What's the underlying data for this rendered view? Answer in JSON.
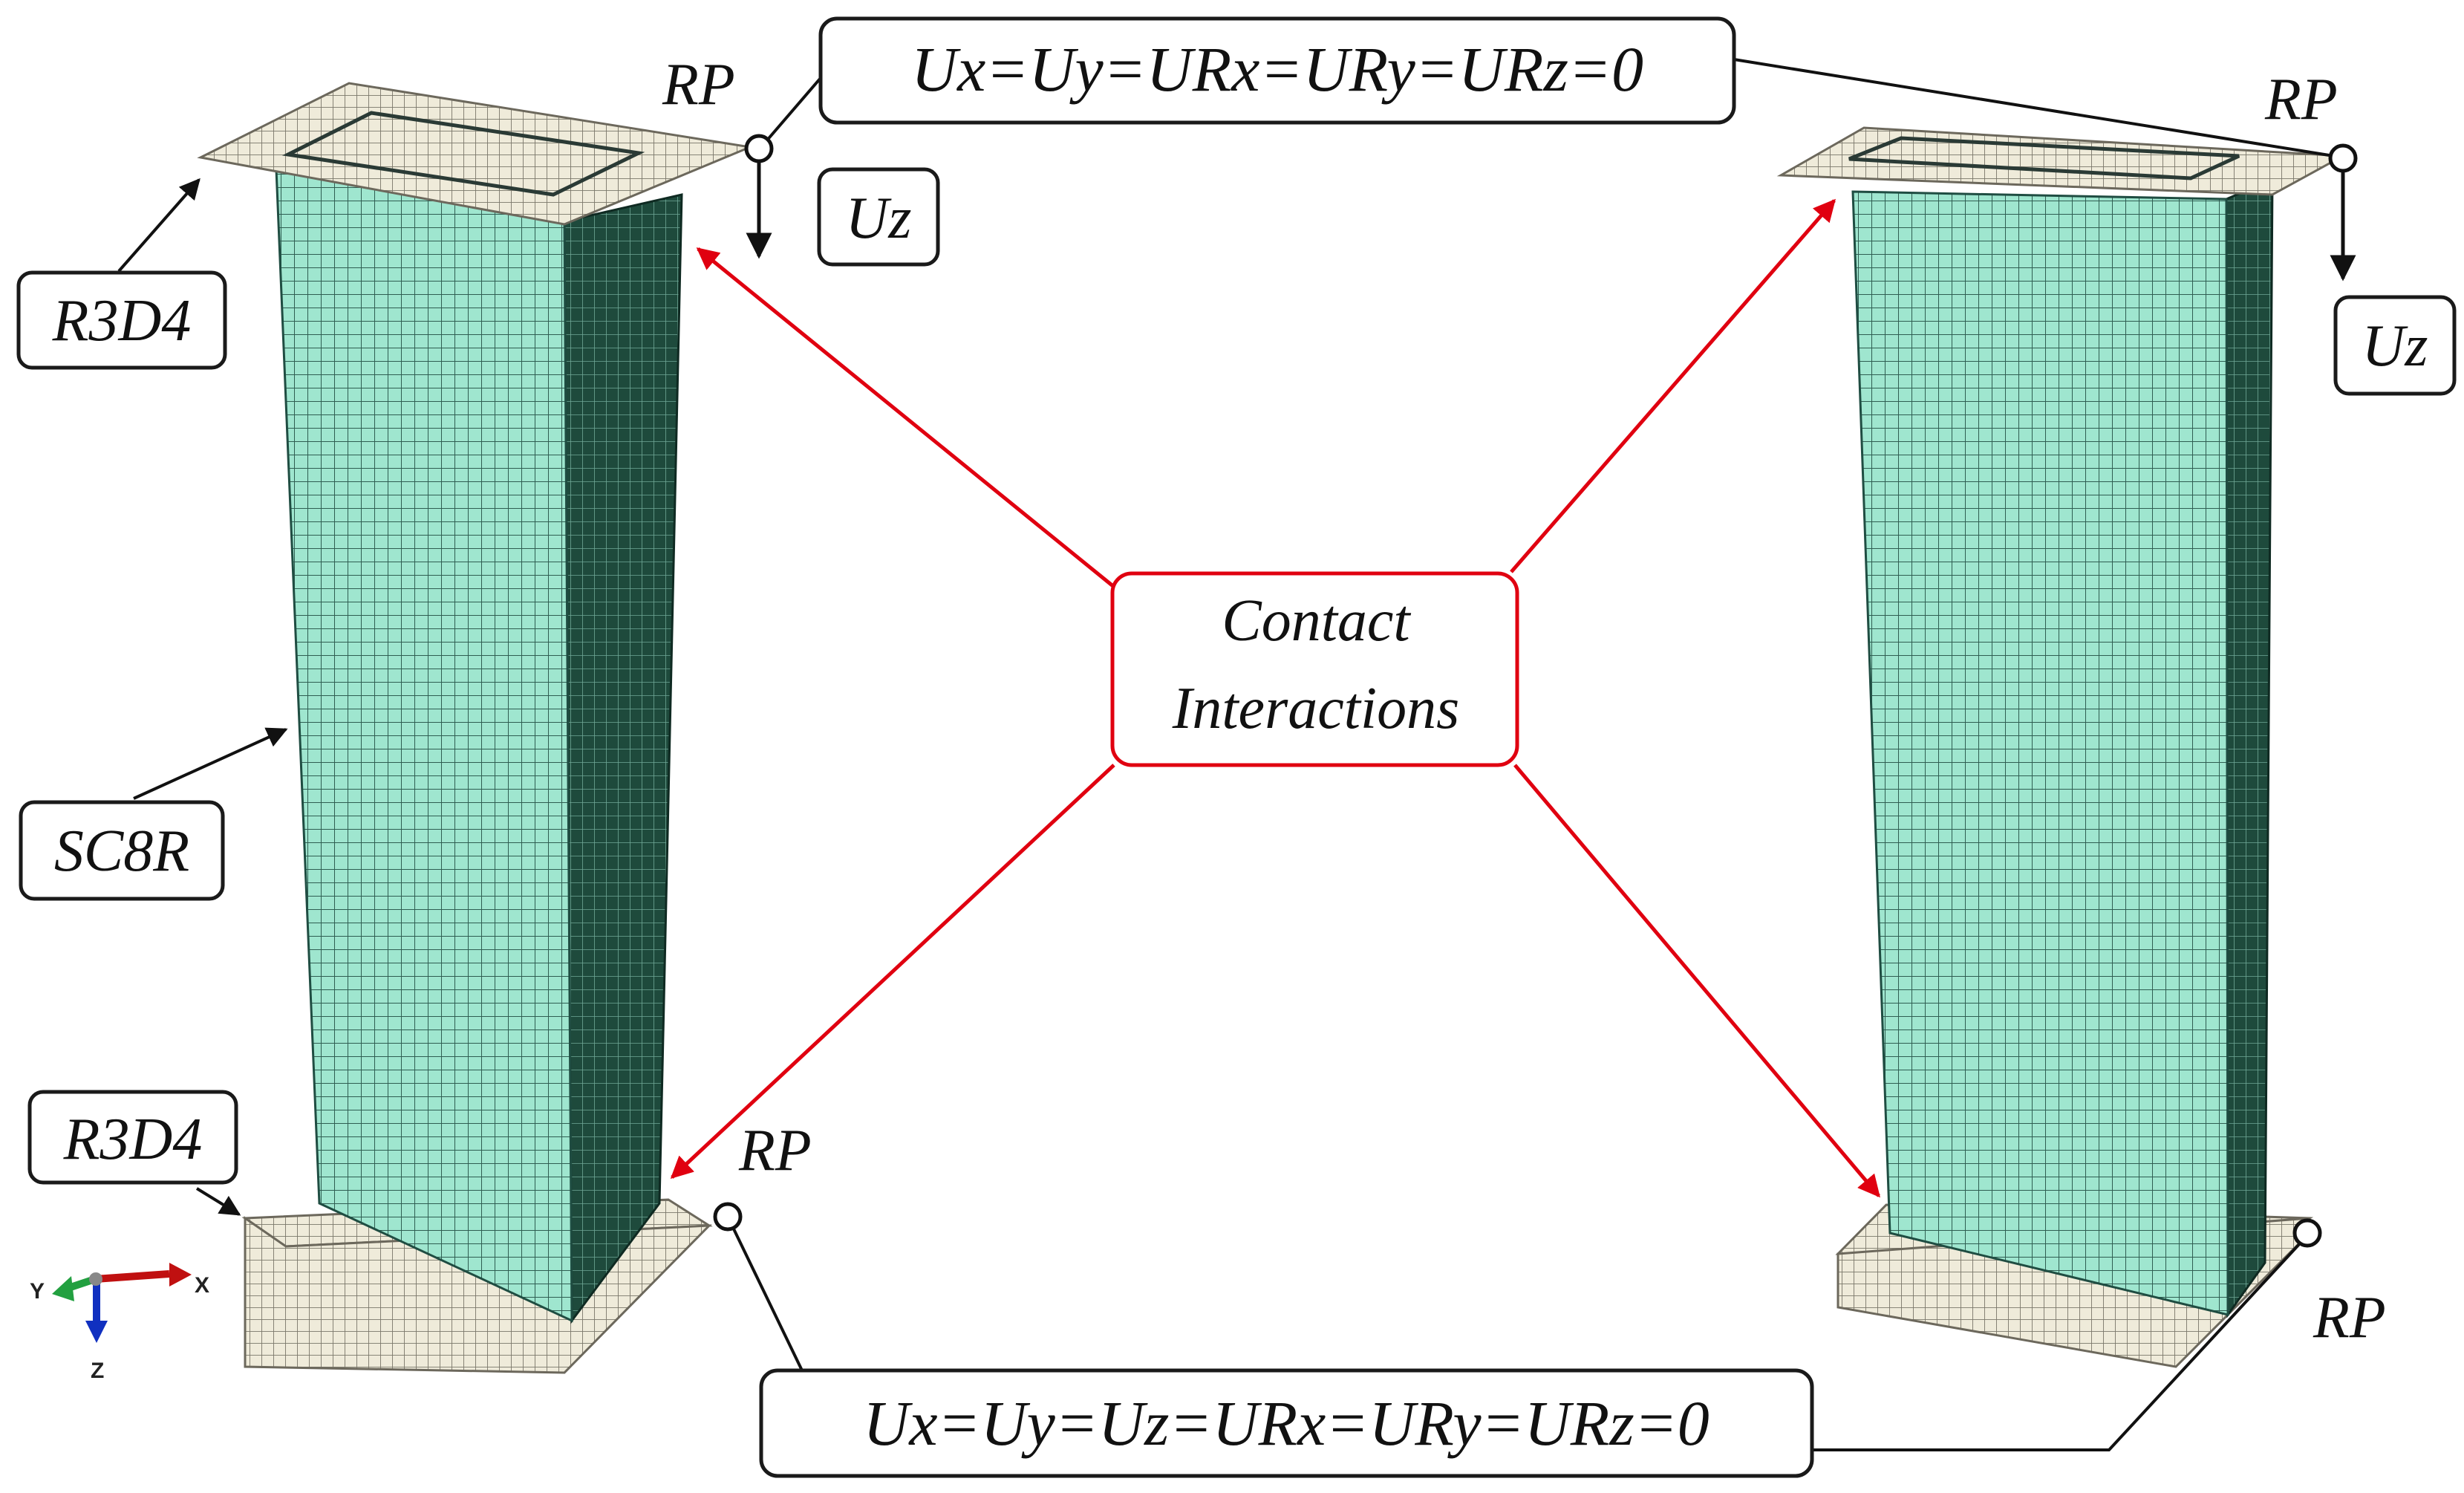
{
  "colors": {
    "column_front": "#9fe6cf",
    "column_side": "#1e4a3c",
    "plate": "#efebda",
    "plate_grid": "#7a776a",
    "arrow_red": "#e00010",
    "axis_x": "#c01010",
    "axis_y": "#22a040",
    "axis_z": "#1030c0"
  },
  "labels": {
    "rp": "RP",
    "uz": "Uz",
    "top_bc": "Ux=Uy=URx=URy=URz=0",
    "bottom_bc": "Ux=Uy=Uz=URx=URy=URz=0",
    "rigid_element": "R3D4",
    "shell_element": "SC8R",
    "contact_line1": "Contact",
    "contact_line2": "Interactions"
  },
  "triad": {
    "x": "X",
    "y": "Y",
    "z": "Z"
  }
}
